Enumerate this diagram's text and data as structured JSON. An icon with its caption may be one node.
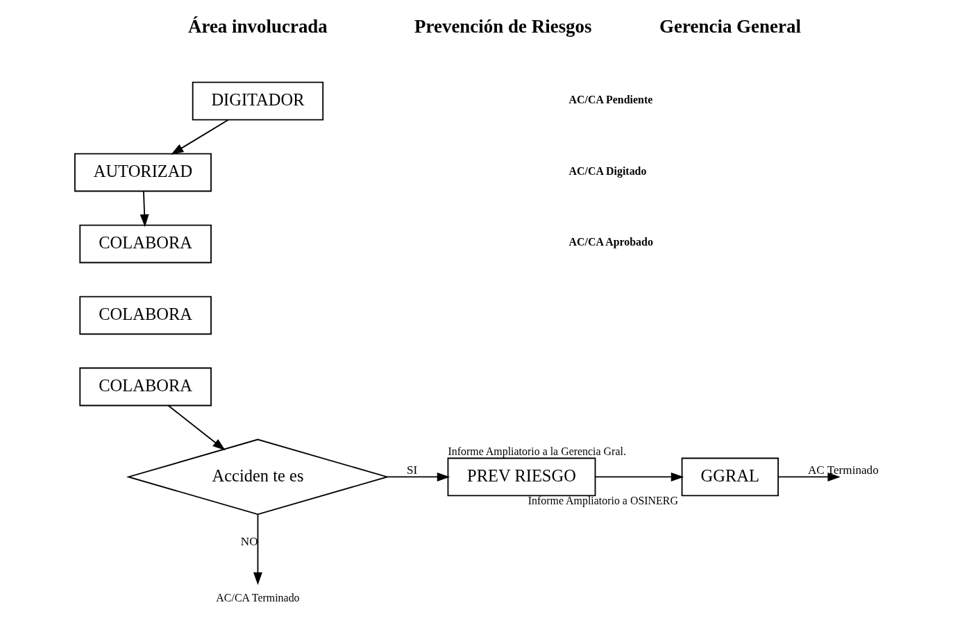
{
  "diagram": {
    "nodes": [
      {
        "text": [
          "DIGITADOR"
        ]
      },
      {
        "text": [
          "AUTORIZAD"
        ]
      },
      {
        "text": [
          "COLABORA"
        ]
      },
      {
        "text": [
          "COLABORA"
        ]
      },
      {
        "text": [
          "COLABORA"
        ]
      },
      {
        "text": [
          "Acciden te es"
        ]
      },
      {
        "text": [
          "PREV RIESGO"
        ],
        "beside": [
          "Informe Ampliatorio a la Gerencia Gral."
        ]
      },
      {
        "text": [
          "GGRAL"
        ],
        "beside": [
          "Informe Ampliatorio a OSINERG"
        ]
      },
      {
        "text": [
          "AC/CA Terminado"
        ]
      }
    ],
    "edges": [
      {
        "from": 0,
        "to": 1,
        "arrow": "to"
      },
      {
        "from": 1,
        "to": 2,
        "arrow": "to"
      },
      {
        "from": 4,
        "to": 5,
        "arrow": "to"
      },
      {
        "from": 5,
        "to": 6,
        "label": "SI",
        "arrow": "to"
      },
      {
        "from": 6,
        "to": 7,
        "arrow": "to"
      },
      {
        "from": 7,
        "to": null,
        "label": "AC Terminado",
        "arrow": "to"
      },
      {
        "from": 5,
        "to": 8,
        "label": "NO",
        "arrow": "to"
      }
    ],
    "labels": [
      "Área involucrada",
      "Prevención de Riesgos",
      "Gerencia General",
      "AC/CA Pendiente",
      "AC/CA Digitado",
      "AC/CA Aprobado"
    ]
  }
}
